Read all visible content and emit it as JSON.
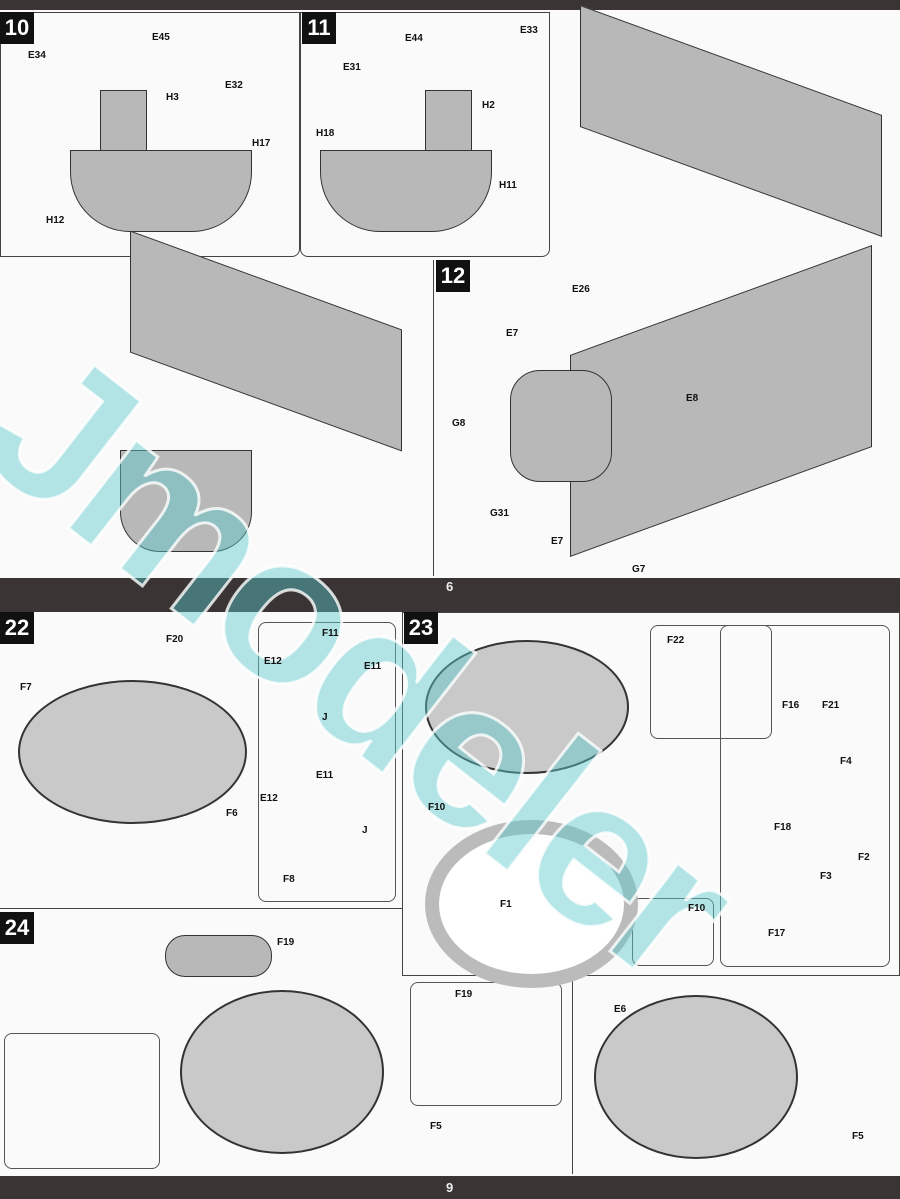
{
  "pages": {
    "top_number": "6",
    "bottom_number": "9"
  },
  "steps": [
    "10",
    "11",
    "12",
    "22",
    "23",
    "24"
  ],
  "watermark": "Jmodeler",
  "labels": {
    "s10": [
      "E34",
      "E45",
      "H3",
      "E32",
      "H17",
      "H12"
    ],
    "s11": [
      "E44",
      "E33",
      "E31",
      "H2",
      "H18",
      "H11"
    ],
    "s12": [
      "E26",
      "E7",
      "E8",
      "G8",
      "G31",
      "E7",
      "G7"
    ],
    "s22": [
      "F20",
      "F7",
      "F6",
      "F11",
      "E12",
      "E11",
      "J",
      "E11",
      "E12",
      "J",
      "F8"
    ],
    "s23": [
      "F22",
      "F16",
      "F21",
      "F10",
      "F4",
      "F18",
      "F2",
      "F1",
      "F3",
      "F17",
      "F10"
    ],
    "s24": [
      "F19",
      "F19",
      "F5",
      "E6",
      "F5"
    ]
  }
}
